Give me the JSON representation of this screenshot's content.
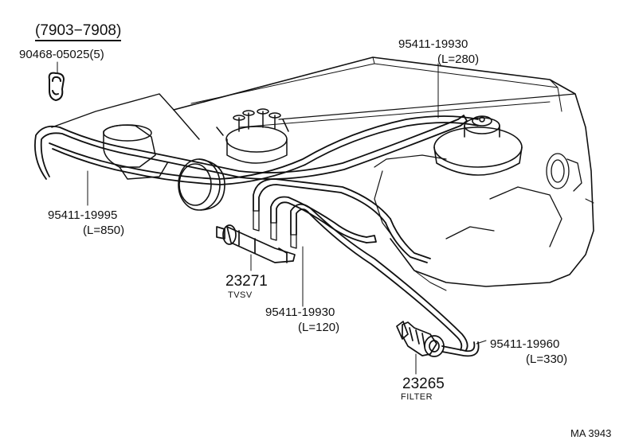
{
  "header": {
    "model_range": "(7903−7908)"
  },
  "parts": {
    "clip": {
      "number": "90468-05025(5)"
    },
    "hose_top": {
      "number": "95411-19930",
      "length": "(L=280)"
    },
    "hose_left": {
      "number": "95411-19995",
      "length": "(L=850)"
    },
    "tvsv": {
      "number": "23271",
      "name": "TVSV"
    },
    "hose_mid": {
      "number": "95411-19930",
      "length": "(L=120)"
    },
    "hose_right": {
      "number": "95411-19960",
      "length": "(L=330)"
    },
    "filter": {
      "number": "23265",
      "name": "FILTER"
    }
  },
  "footer": {
    "code": "MA 3943"
  },
  "colors": {
    "ink": "#111111",
    "paper": "#ffffff"
  }
}
